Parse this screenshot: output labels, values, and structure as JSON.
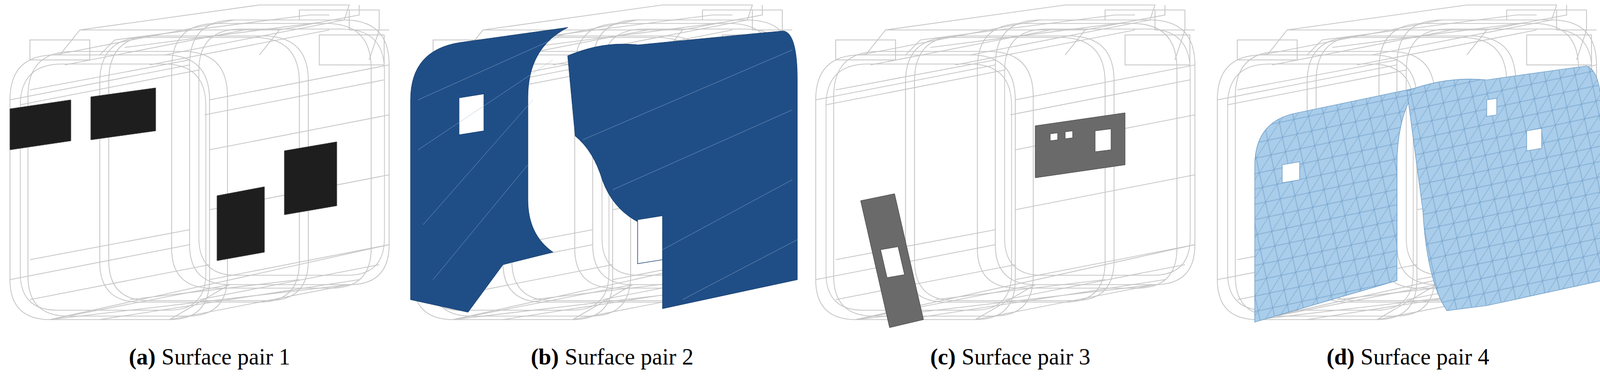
{
  "diagram": {
    "labels": [
      "(a)",
      "Surface pair 1",
      "(b)",
      "Surface pair 2",
      "(c)",
      "Surface pair 3",
      "(d)",
      "Surface pair 4"
    ]
  }
}
